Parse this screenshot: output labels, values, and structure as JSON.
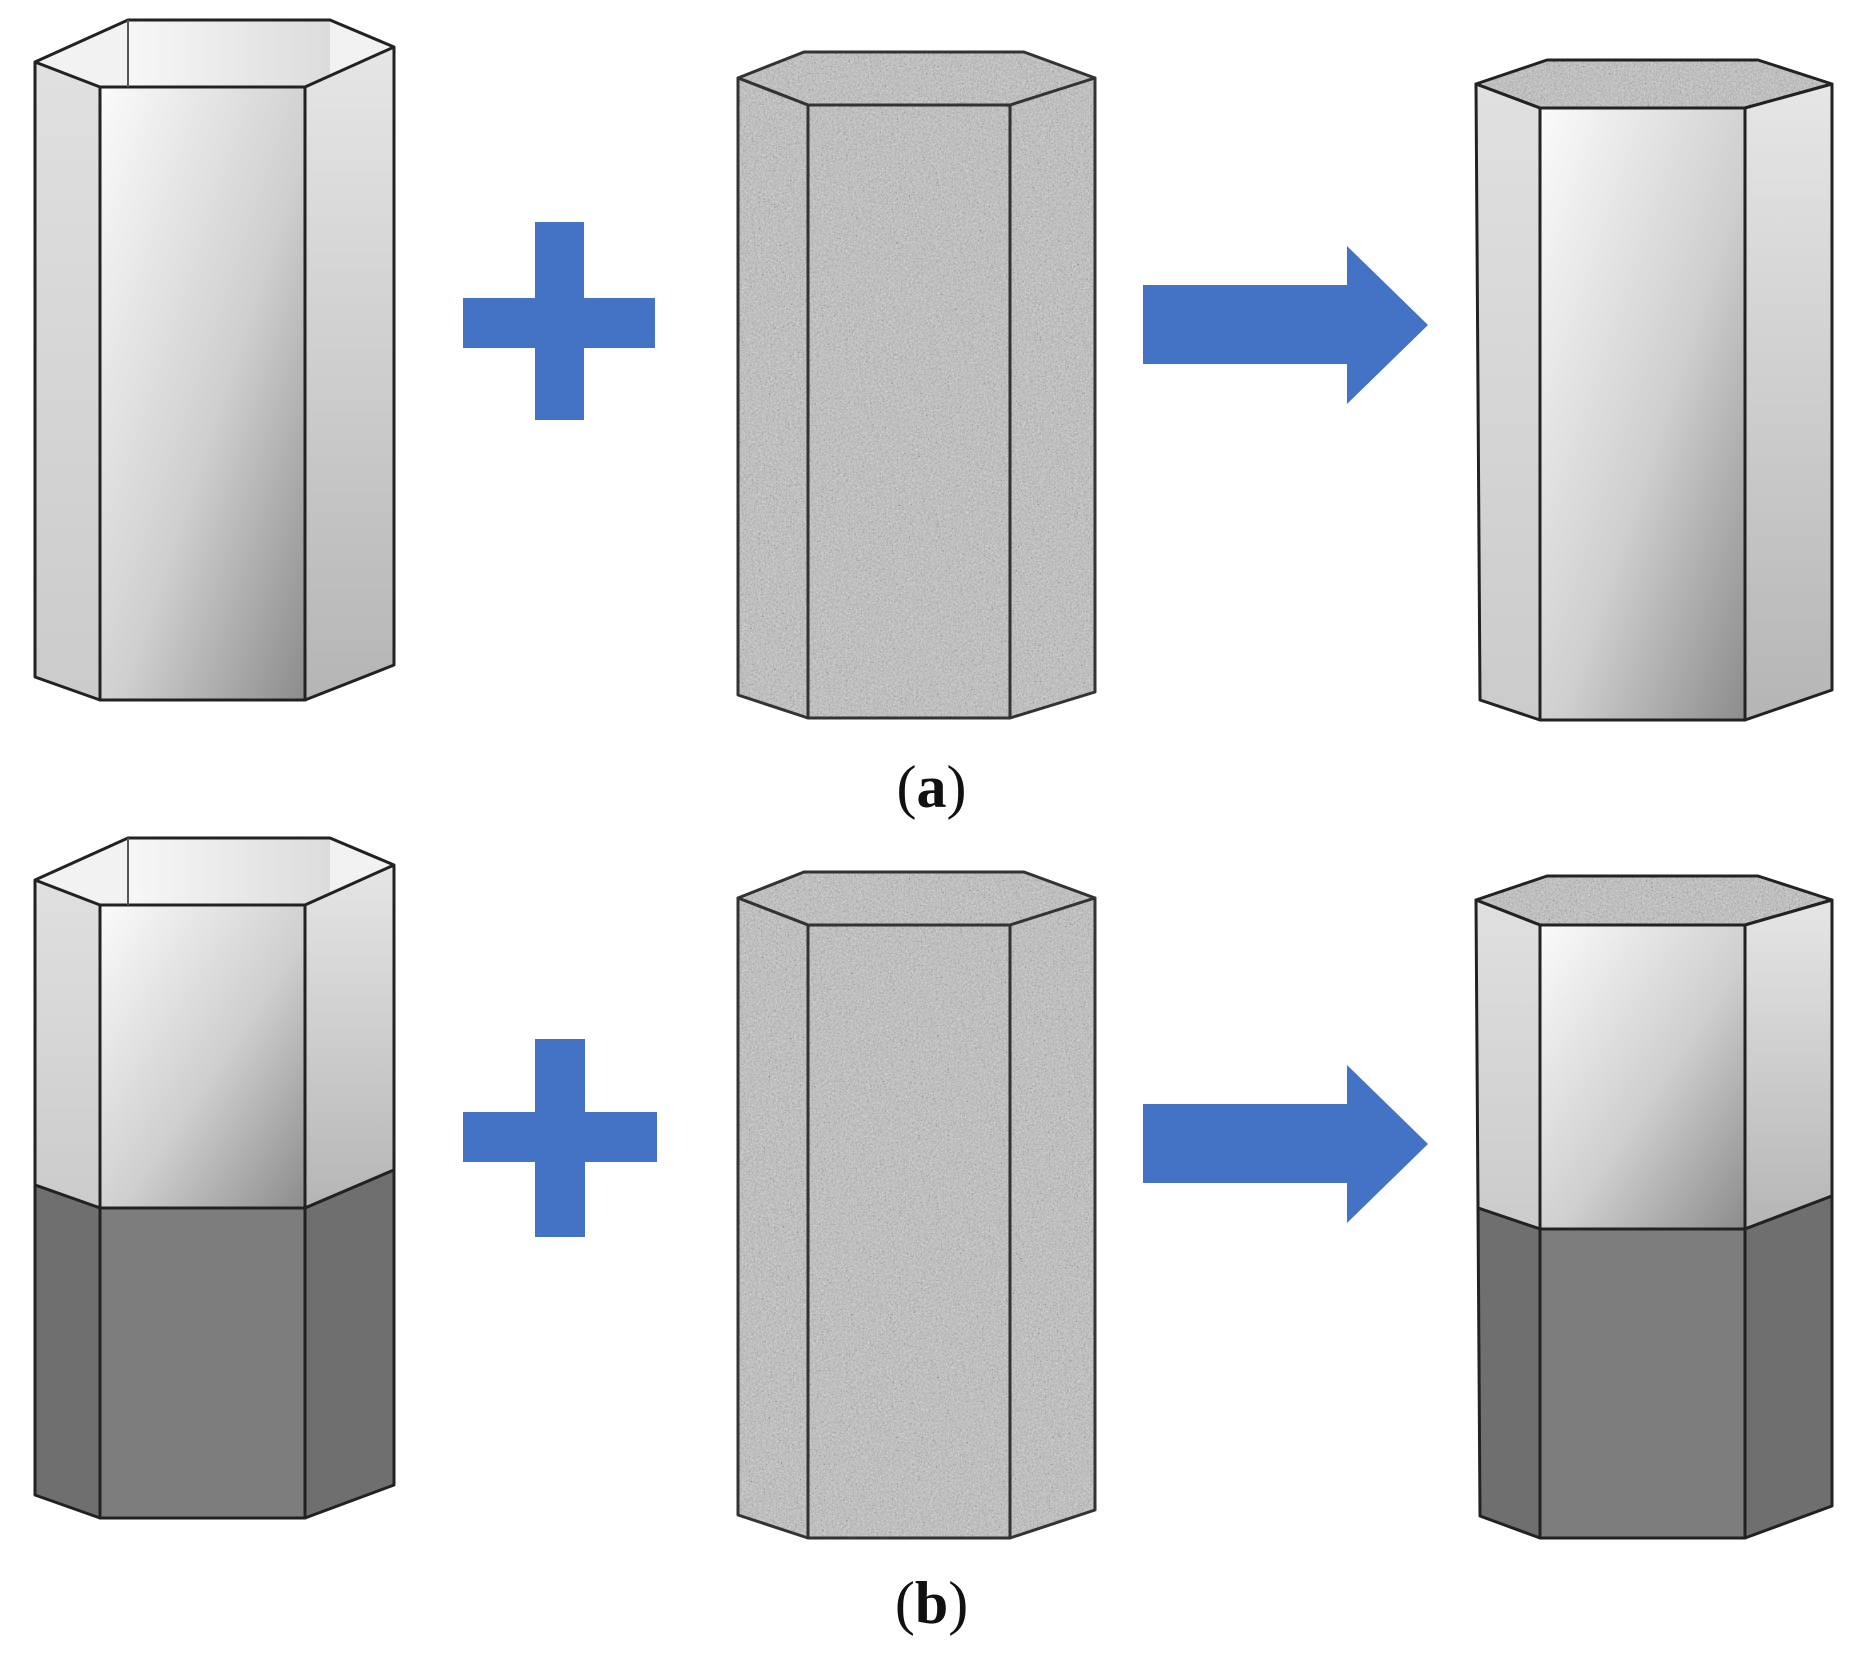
{
  "panels": [
    {
      "label": "a",
      "type": "full-tube"
    },
    {
      "label": "b",
      "type": "bonded-tube"
    }
  ],
  "colors": {
    "operator_blue": "#4472c4",
    "outline": "#222222",
    "light_face": "#ececec",
    "dark_face": "#7b7b7b",
    "foam_base": "#b4b4b4"
  },
  "icons": {
    "plus": "plus-icon",
    "arrow": "arrow-right-icon"
  }
}
